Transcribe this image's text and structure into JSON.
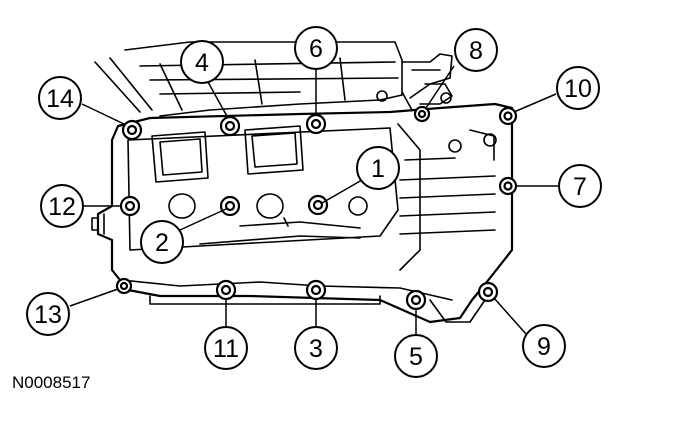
{
  "figure_id": "N0008517",
  "callouts": [
    {
      "id": "c1",
      "label": "1"
    },
    {
      "id": "c2",
      "label": "2"
    },
    {
      "id": "c3",
      "label": "3"
    },
    {
      "id": "c4",
      "label": "4"
    },
    {
      "id": "c5",
      "label": "5"
    },
    {
      "id": "c6",
      "label": "6"
    },
    {
      "id": "c7",
      "label": "7"
    },
    {
      "id": "c8",
      "label": "8"
    },
    {
      "id": "c9",
      "label": "9"
    },
    {
      "id": "c10",
      "label": "10"
    },
    {
      "id": "c11",
      "label": "11"
    },
    {
      "id": "c12",
      "label": "12"
    },
    {
      "id": "c13",
      "label": "13"
    },
    {
      "id": "c14",
      "label": "14"
    }
  ],
  "colors": {
    "line": "#000000",
    "background": "#ffffff"
  }
}
